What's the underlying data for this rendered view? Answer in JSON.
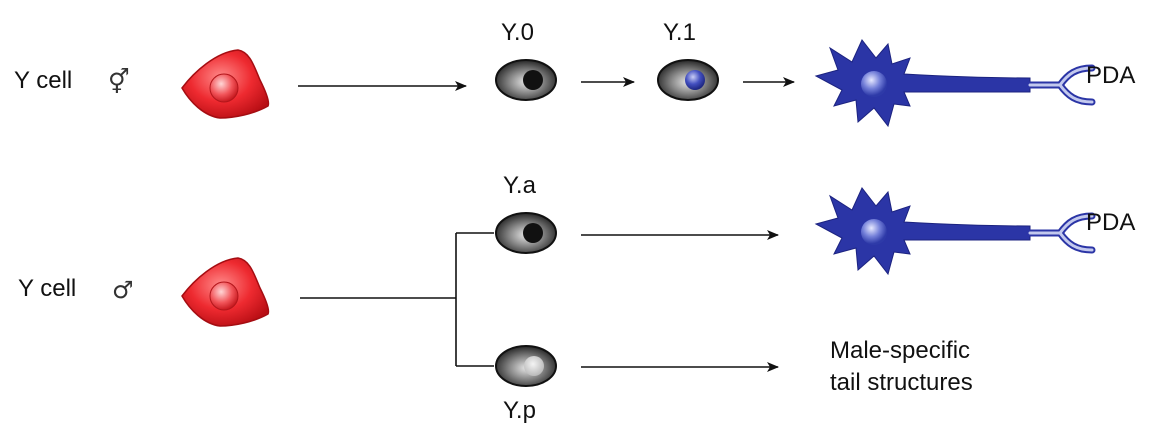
{
  "rows": {
    "hermaphrodite": {
      "cell_label": "Y cell",
      "sex_symbol": "⚥",
      "stage1_label": "Y.0",
      "stage2_label": "Y.1",
      "outcome_label": "PDA"
    },
    "male": {
      "cell_label": "Y cell",
      "sex_symbol": "♂",
      "anterior_label": "Y.a",
      "posterior_label": "Y.p",
      "anterior_outcome": "PDA",
      "posterior_outcome_line1": "Male-specific",
      "posterior_outcome_line2": "tail structures"
    }
  },
  "colors": {
    "epithelial_cell": "#e8232a",
    "neuron": "#2b35a6",
    "dendrite": "#9aa3d4",
    "dark_cell": "#111111",
    "pale_nucleus": "#c8c8c8",
    "line": "#111111"
  }
}
